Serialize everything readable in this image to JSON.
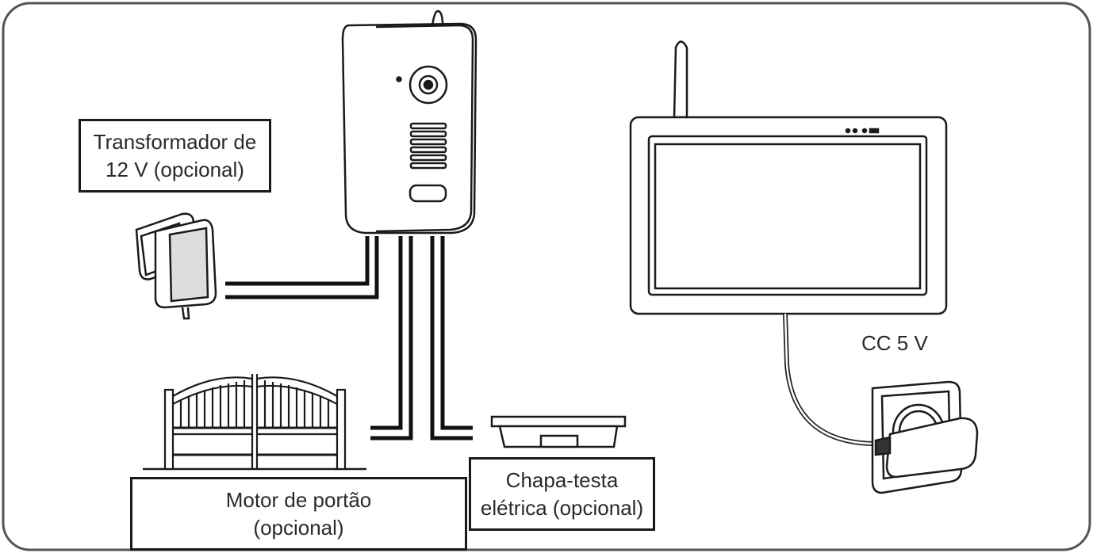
{
  "labels": {
    "transformer": {
      "line1": "Transformador de",
      "line2": "12 V (opcional)"
    },
    "gate_motor": {
      "line1": "Motor de portão",
      "line2": "(opcional)"
    },
    "electric_strike": {
      "line1": "Chapa-testa",
      "line2": "elétrica (opcional)"
    },
    "monitor_power": "CC 5 V"
  },
  "components": {
    "door_station": "door-station-icon",
    "monitor": "monitor-icon",
    "wall_adapter_left": "wall-adapter-icon",
    "wall_socket_right": "wall-socket-icon",
    "gate": "gate-icon",
    "strike_plate": "strike-plate-icon"
  },
  "colors": {
    "line": "#1a1a1a",
    "background": "#ffffff"
  }
}
